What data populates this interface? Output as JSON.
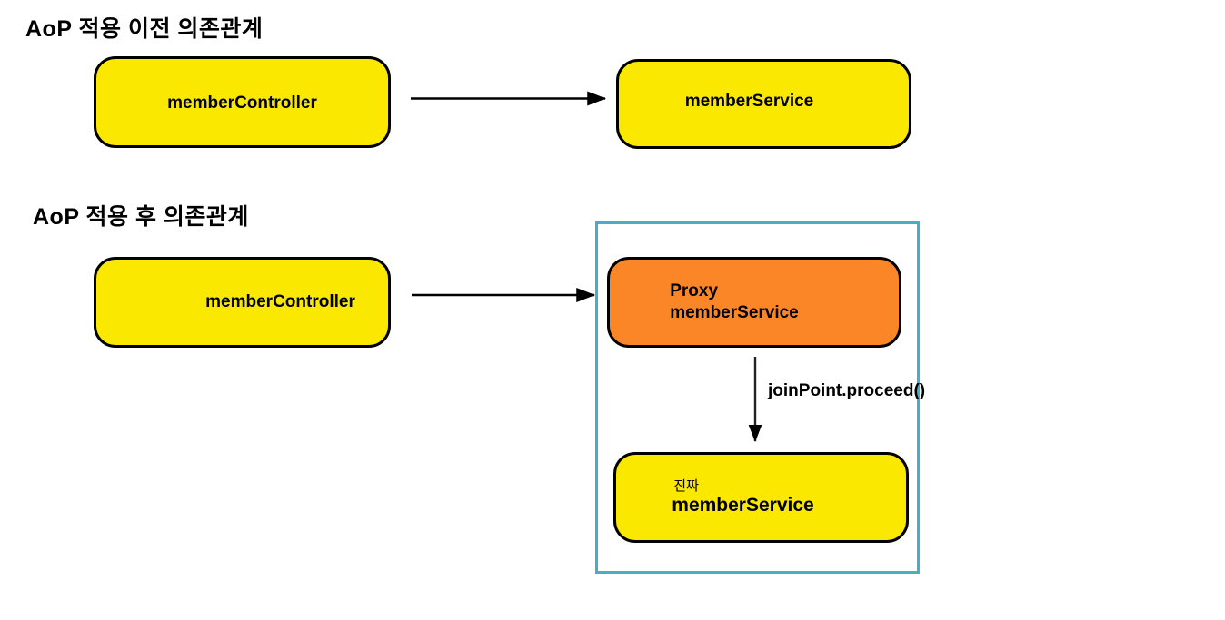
{
  "diagram": {
    "title_before": "AoP 적용 이전 의존관계",
    "title_after": "AoP 적용 후 의존관계",
    "nodes": {
      "member_controller_before": {
        "label": "memberController",
        "fill": "#FAE800",
        "border": "#000000"
      },
      "member_service_before": {
        "label": "memberService",
        "fill": "#FAE800",
        "border": "#000000"
      },
      "member_controller_after": {
        "label": "memberController",
        "fill": "#FAE800",
        "border": "#000000"
      },
      "proxy_member_service": {
        "label": "Proxy\nmemberService",
        "fill": "#FB8627",
        "border": "#000000"
      },
      "real_member_service": {
        "label_small": "진짜",
        "label_main": "memberService",
        "fill": "#FAE800",
        "border": "#000000"
      }
    },
    "container": {
      "border_color": "#4BACC6"
    },
    "edges": {
      "controller_to_service_label": "",
      "controller_to_proxy_label": "",
      "proxy_to_real_label": "joinPoint.proceed()"
    },
    "icons": {
      "arrow_right": "arrow-right-icon",
      "arrow_down": "arrow-down-icon"
    }
  }
}
